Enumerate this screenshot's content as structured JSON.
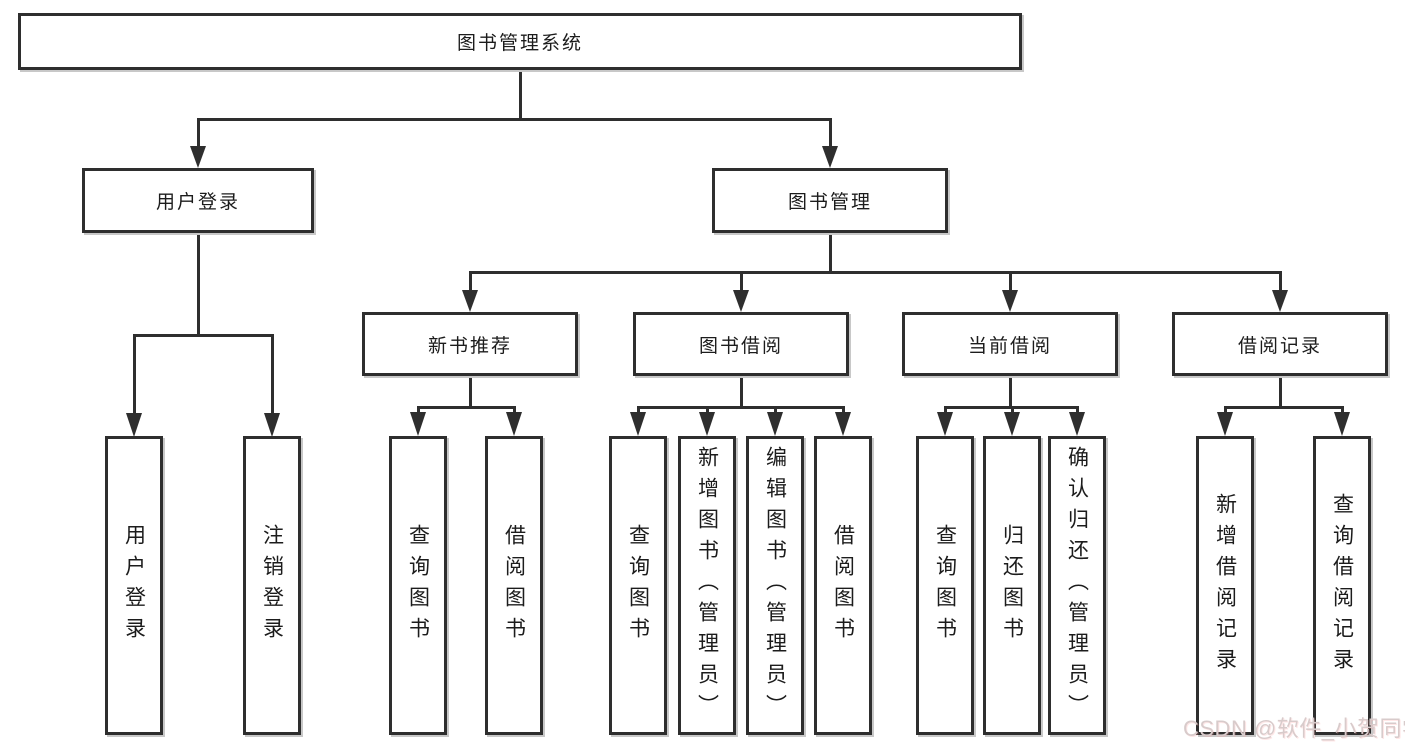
{
  "diagram": {
    "root": {
      "label": "图书管理系统"
    },
    "level2": [
      {
        "label": "用户登录"
      },
      {
        "label": "图书管理"
      }
    ],
    "level3": [
      {
        "label": "新书推荐"
      },
      {
        "label": "图书借阅"
      },
      {
        "label": "当前借阅"
      },
      {
        "label": "借阅记录"
      }
    ],
    "leaves": {
      "user_login": [
        {
          "label": "用户登录"
        },
        {
          "label": "注销登录"
        }
      ],
      "new_book_recommend": [
        {
          "label": "查询图书"
        },
        {
          "label": "借阅图书"
        }
      ],
      "book_borrow": [
        {
          "label": "查询图书"
        },
        {
          "label": "新增图书（管理员）"
        },
        {
          "label": "编辑图书（管理员）"
        },
        {
          "label": "借阅图书"
        }
      ],
      "current_borrow": [
        {
          "label": "查询图书"
        },
        {
          "label": "归还图书"
        },
        {
          "label": "确认归还（管理员）"
        }
      ],
      "borrow_records": [
        {
          "label": "新增借阅记录"
        },
        {
          "label": "查询借阅记录"
        }
      ]
    },
    "watermark": "CSDN @软件_小贺同学",
    "colors": {
      "line": "#2e2e2e",
      "box_background": "#ffffff",
      "text": "#1c1c1c",
      "watermark": "#d8cbcb"
    }
  }
}
